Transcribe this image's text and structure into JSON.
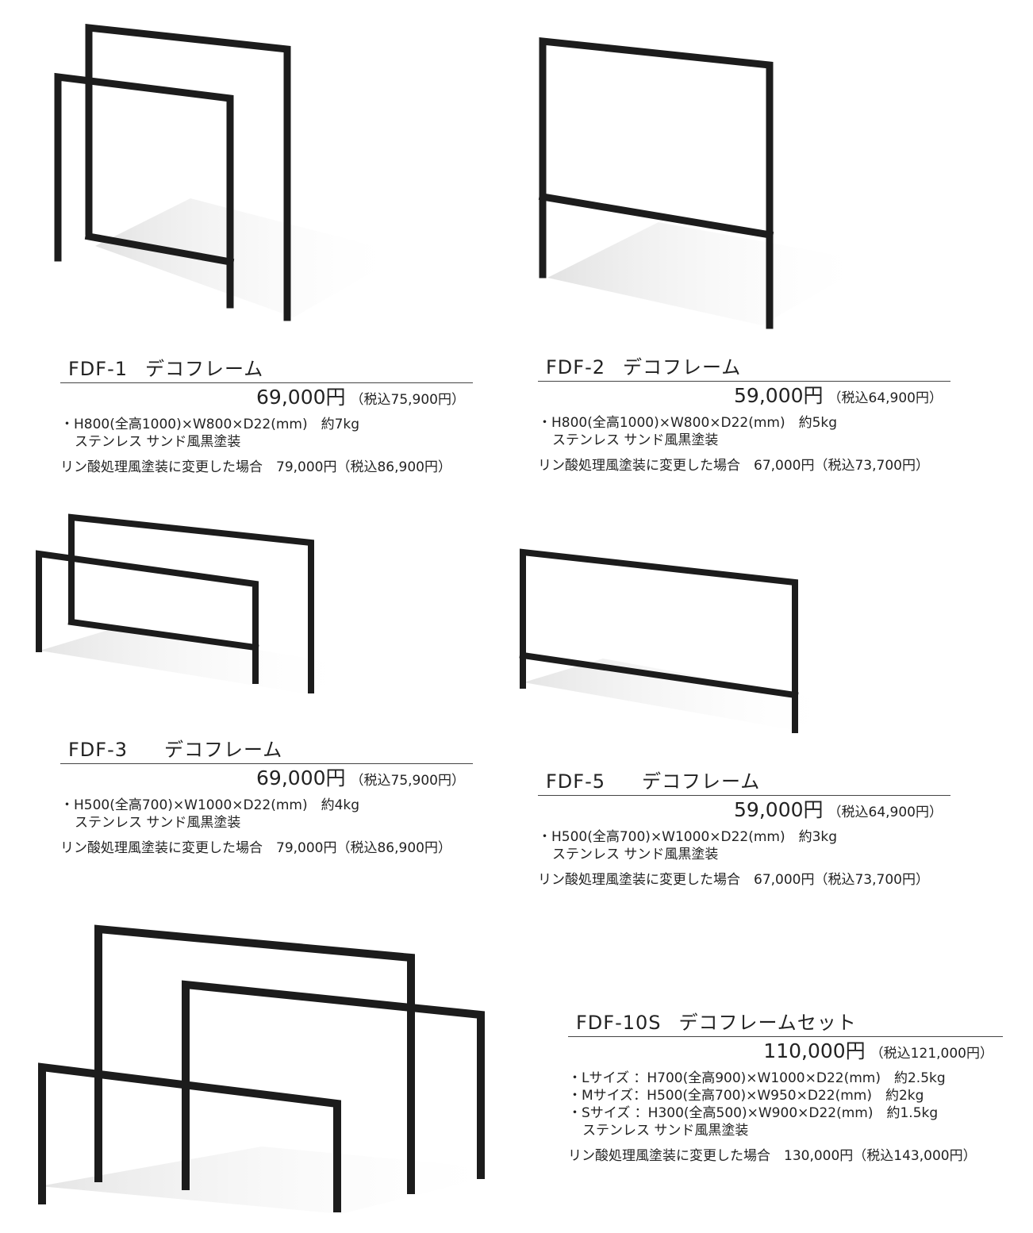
{
  "products": [
    {
      "code": "FDF-1",
      "name": "デコフレーム",
      "price": "69,000円",
      "price_tax": "（税込75,900円）",
      "specs": [
        "・H800(全高1000)×W800×D22(mm)　約7kg"
      ],
      "material": "ステンレス サンド風黒塗装",
      "alt": "リン酸処理風塗装に変更した場合　79,000円（税込86,900円）"
    },
    {
      "code": "FDF-2",
      "name": "デコフレーム",
      "price": "59,000円",
      "price_tax": "（税込64,900円）",
      "specs": [
        "・H800(全高1000)×W800×D22(mm)　約5kg"
      ],
      "material": "ステンレス サンド風黒塗装",
      "alt": "リン酸処理風塗装に変更した場合　67,000円（税込73,700円）"
    },
    {
      "code": "FDF-3",
      "name": "デコフレーム",
      "price": "69,000円",
      "price_tax": "（税込75,900円）",
      "specs": [
        "・H500(全高700)×W1000×D22(mm)　約4kg"
      ],
      "material": "ステンレス サンド風黒塗装",
      "alt": "リン酸処理風塗装に変更した場合　79,000円（税込86,900円）"
    },
    {
      "code": "FDF-5",
      "name": "デコフレーム",
      "price": "59,000円",
      "price_tax": "（税込64,900円）",
      "specs": [
        "・H500(全高700)×W1000×D22(mm)　約3kg"
      ],
      "material": "ステンレス サンド風黒塗装",
      "alt": "リン酸処理風塗装に変更した場合　67,000円（税込73,700円）"
    },
    {
      "code": "FDF-10S",
      "name": "デコフレームセット",
      "price": "110,000円",
      "price_tax": "（税込121,000円）",
      "specs": [
        "・Lサイズ ：H700(全高900)×W1000×D22(mm)　約2.5kg",
        "・Mサイズ：H500(全高700)×W950×D22(mm)　約2kg",
        "・Sサイズ ：H300(全高500)×W900×D22(mm)　約1.5kg"
      ],
      "material": "ステンレス サンド風黒塗装",
      "alt": "リン酸処理風塗装に変更した場合　130,000円（税込143,000円）"
    }
  ]
}
